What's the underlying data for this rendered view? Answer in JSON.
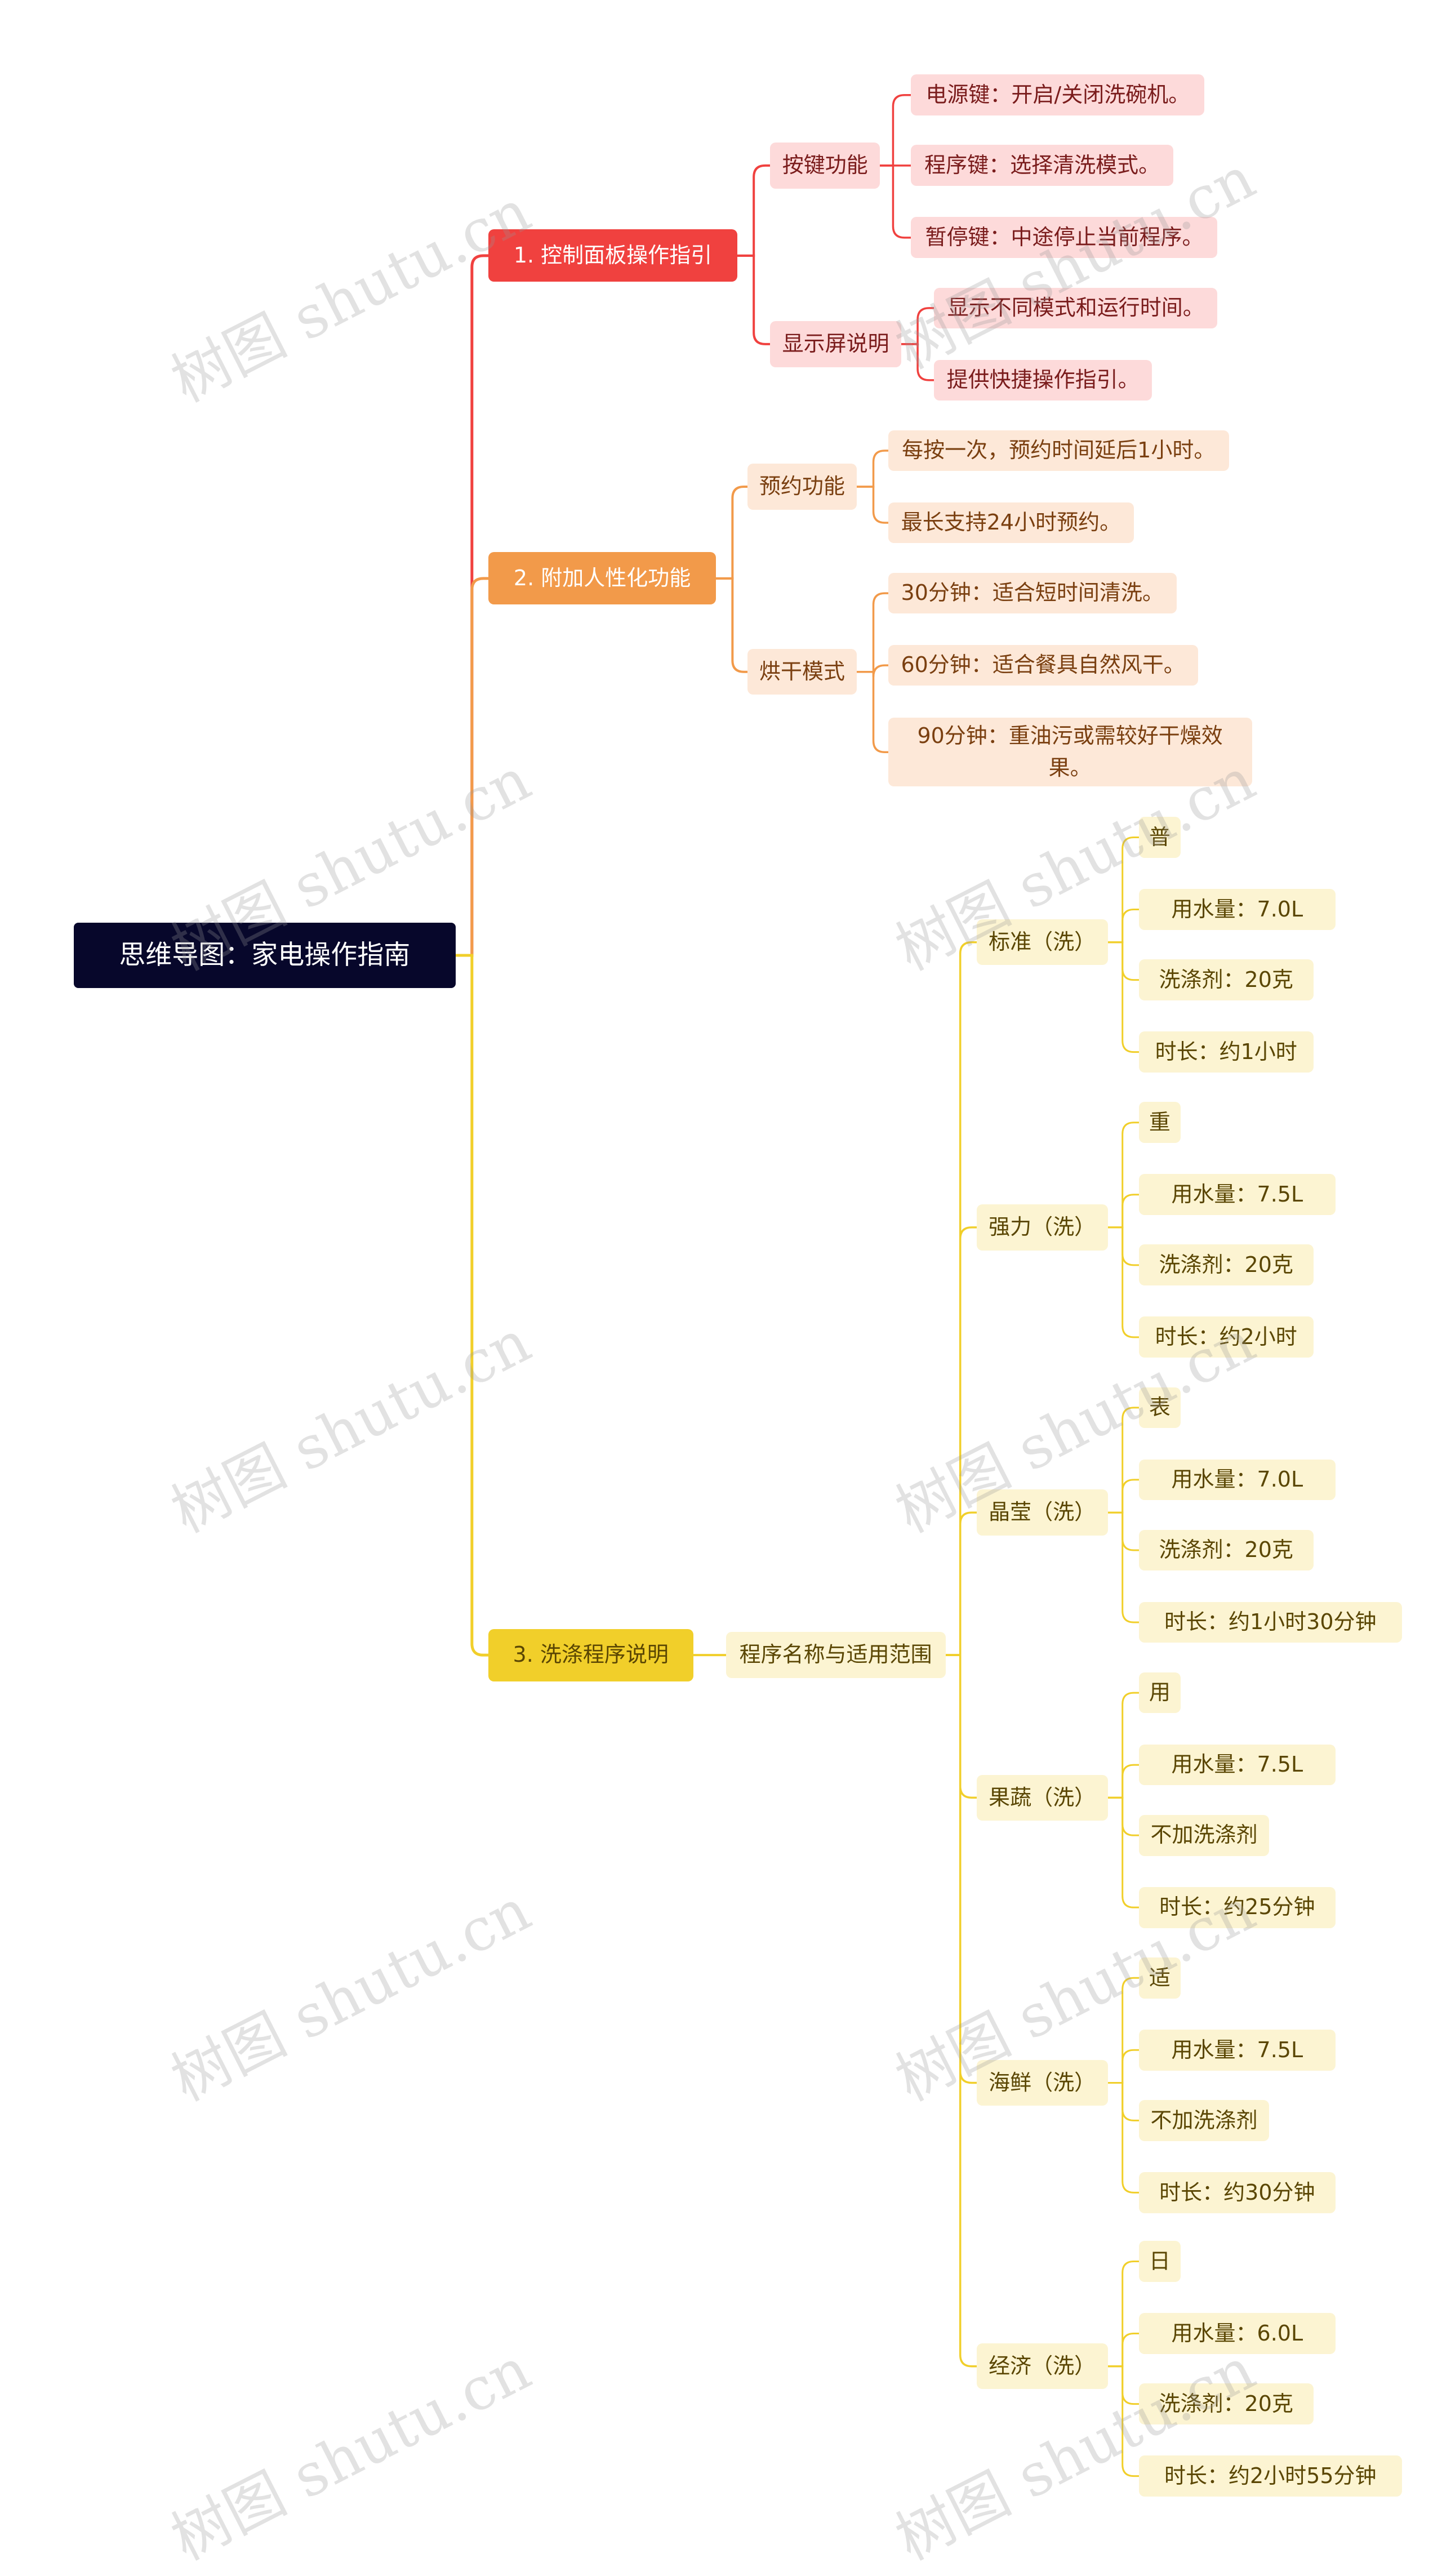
{
  "colors": {
    "root_bg": "#07072b",
    "branch1": "#f0413f",
    "branch1_light": "#fddada",
    "branch1_text": "#7a1c1c",
    "branch2": "#f29a4a",
    "branch2_light": "#fde8d8",
    "branch2_text": "#7a3f10",
    "branch3": "#f1cf2a",
    "branch3_light": "#fcf4d2",
    "branch3_text": "#5f4c06"
  },
  "watermark": "树图 shutu.cn",
  "root": "思维导图：家电操作指南",
  "branches": [
    {
      "label": "1. 控制面板操作指引",
      "children": [
        {
          "label": "按键功能",
          "children": [
            "电源键：开启/关闭洗碗机。",
            "程序键：选择清洗模式。",
            "暂停键：中途停止当前程序。"
          ]
        },
        {
          "label": "显示屏说明",
          "children": [
            "显示不同模式和运行时间。",
            "提供快捷操作指引。"
          ]
        }
      ]
    },
    {
      "label": "2. 附加人性化功能",
      "children": [
        {
          "label": "预约功能",
          "children": [
            "每按一次，预约时间延后1小时。",
            "最长支持24小时预约。"
          ]
        },
        {
          "label": "烘干模式",
          "children": [
            "30分钟：适合短时间清洗。",
            "60分钟：适合餐具自然风干。",
            "90分钟：重油污或需较好干燥效果。"
          ]
        }
      ]
    },
    {
      "label": "3. 洗涤程序说明",
      "children": [
        {
          "label": "程序名称与适用范围",
          "children": [
            {
              "label": "标准（洗）",
              "children": [
                "普",
                "用水量：7.0L",
                "洗涤剂：20克",
                "时长：约1小时"
              ]
            },
            {
              "label": "强力（洗）",
              "children": [
                "重",
                "用水量：7.5L",
                "洗涤剂：20克",
                "时长：约2小时"
              ]
            },
            {
              "label": "晶莹（洗）",
              "children": [
                "表",
                "用水量：7.0L",
                "洗涤剂：20克",
                "时长：约1小时30分钟"
              ]
            },
            {
              "label": "果蔬（洗）",
              "children": [
                "用",
                "用水量：7.5L",
                "不加洗涤剂",
                "时长：约25分钟"
              ]
            },
            {
              "label": "海鲜（洗）",
              "children": [
                "适",
                "用水量：7.5L",
                "不加洗涤剂",
                "时长：约30分钟"
              ]
            },
            {
              "label": "经济（洗）",
              "children": [
                "日",
                "用水量：6.0L",
                "洗涤剂：20克",
                "时长：约2小时55分钟"
              ]
            }
          ]
        }
      ]
    }
  ]
}
